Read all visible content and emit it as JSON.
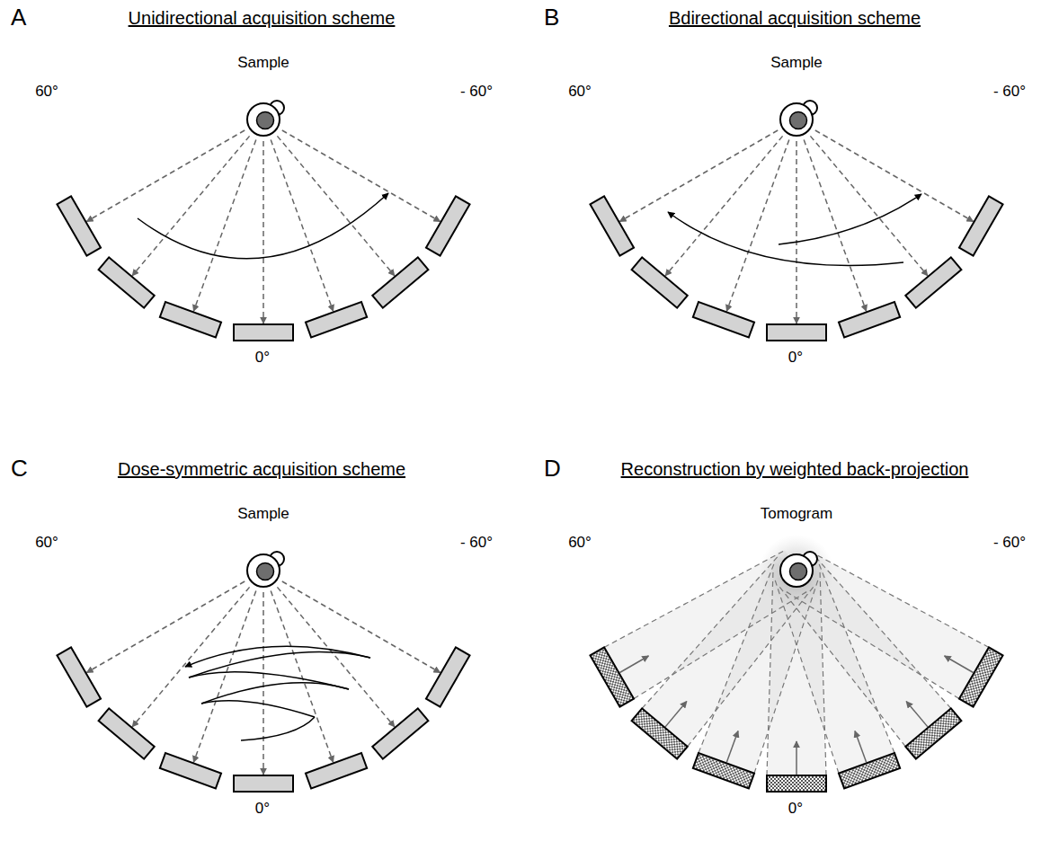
{
  "diagram": {
    "labels": [
      "A",
      "Unidirectional acquisition scheme",
      "Sample",
      "60°",
      "- 60°",
      "0°",
      "B",
      "Bdirectional acquisition scheme",
      "Sample",
      "60°",
      "- 60°",
      "0°",
      "C",
      "Dose-symmetric acquisition scheme",
      "Sample",
      "60°",
      "- 60°",
      "0°",
      "D",
      "Reconstruction by weighted back-projection",
      "Tomogram",
      "60°",
      "- 60°",
      "0°"
    ]
  }
}
